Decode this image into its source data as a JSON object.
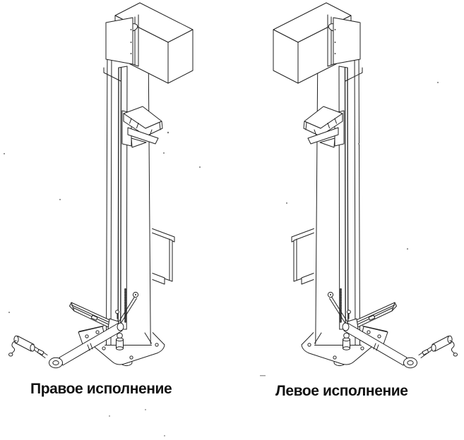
{
  "page": {
    "background_color": "#ffffff",
    "line_color": "#222222",
    "text_color": "#111111"
  },
  "figures": {
    "left_drawing": {
      "semantic": "lift-column-isometric-drawing",
      "caption": "Правое исполнение"
    },
    "right_drawing": {
      "semantic": "lift-column-isometric-drawing-mirrored",
      "caption": "Левое исполнение"
    }
  }
}
